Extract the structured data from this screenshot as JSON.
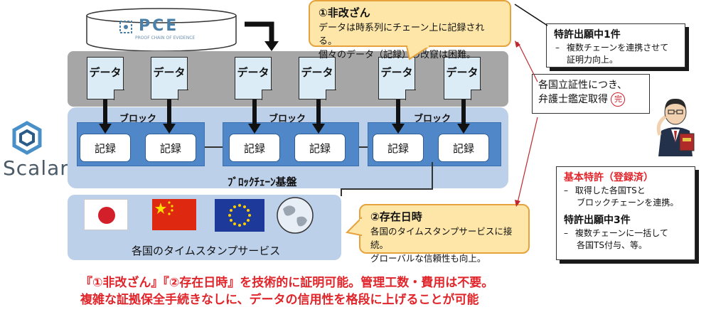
{
  "pce": {
    "logo_text": "PCE",
    "sub_text": "PROOF CHAIN OF EVIDENCE"
  },
  "data_layer": {
    "items": [
      "データ",
      "データ",
      "データ",
      "データ",
      "データ",
      "データ"
    ]
  },
  "blocks": [
    {
      "label": "ブロック",
      "records": [
        "記録",
        "記録"
      ]
    },
    {
      "label": "ブロック",
      "records": [
        "記録",
        "記録"
      ]
    },
    {
      "label": "ブロック",
      "records": [
        "記録",
        "記録"
      ]
    }
  ],
  "chain_label": "ﾌﾞﾛｯｸﾁｪｰﾝ基盤",
  "timestamp_label": "各国のタイムスタンプサービス",
  "scalar_logo_text": "Scalar",
  "callout_tamper": {
    "title": "①非改ざん",
    "line1": "データは時系列にチェーン上に記録される。",
    "line2": "個々のデータ（記録）の改竄は困難。"
  },
  "callout_existence": {
    "title": "②存在日時",
    "line1": "各国のタイムスタンプサービスに接続。",
    "line2": "グローバルな信頼性も向上。"
  },
  "patent_pending_1": {
    "title": "特許出願中1件",
    "bullet": "–",
    "line1": "複数チェーンを連携させて",
    "line2": "証明力向上。"
  },
  "lawyer_note": {
    "line1": "各国立証性につき、",
    "line2": "弁護士鑑定取得",
    "stamp": "完"
  },
  "patent_box": {
    "basic_title": "基本特許（登録済）",
    "basic_line1": "取得した各国TSと",
    "basic_line2": "ブロックチェーンを連携。",
    "pending_title": "特許出願中3件",
    "pending_line1": "複数チェーンに一括して",
    "pending_line2": "各国TS付与、等。",
    "bullet": "–"
  },
  "bottom": {
    "line1": "『①非改ざん』『②存在日時』を技術的に証明可能。管理工数・費用は不要。",
    "line2": "複雑な証拠保全手続きなしに、データの信用性を格段に上げることが可能"
  },
  "colors": {
    "accent_red": "#e0252b",
    "block_blue": "#4f87c8",
    "callout_yellow": "#fde6a8"
  }
}
